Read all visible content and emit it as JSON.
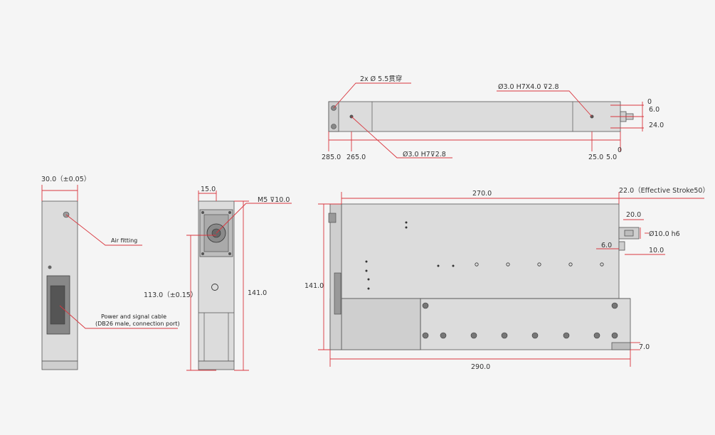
{
  "labels": {
    "top_hole_through": "2x Ø  5.5贯穿",
    "top_hole_right": "Ø3.0  H7X4.0 ⊽2.8",
    "top_hole_center": "Ø3.0  H7⊽2.8",
    "top_285": "285.0",
    "top_265": "265.0",
    "top_25": "25.0",
    "top_5": "5.0",
    "top_0_bottom": "0",
    "top_0_right": "0",
    "top_6": "6.0",
    "top_24": "24.0",
    "side_width": "30.0（±0.05）",
    "air_fitting": "Air fitting",
    "cable_line1": "Power and signal cable",
    "cable_line2": "(DB26 male, connection port)",
    "end_15": "15.0",
    "end_m5": "M5 ⊽10.0",
    "end_113": "113.0（±0.15）",
    "end_141": "141.0",
    "front_270": "270.0",
    "front_stroke": "22.0（Effective Stroke50）",
    "front_20": "20.0",
    "front_shaft": "Ø10.0  h6",
    "front_6": "6.0",
    "front_10": "10.0",
    "front_141": "141.0",
    "front_7": "7.0",
    "front_290": "290.0"
  },
  "colors": {
    "dimension_red": "#d9363e",
    "background": "#f5f5f5",
    "body_gray": "#cfcfcf"
  }
}
